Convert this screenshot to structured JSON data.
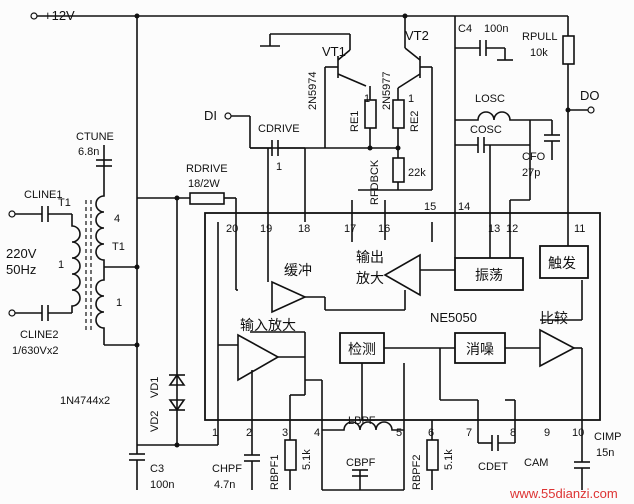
{
  "labels": {
    "vcc": "+12V",
    "q1": "VT1",
    "q1_part": "2N5974",
    "q2": "VT2",
    "q2_part": "2N5977",
    "di": "DI",
    "do": "DO",
    "cdrive": "CDRIVE",
    "cdrive_val": "1",
    "rdrive": "RDRIVE",
    "rdrive_val": "18/2W",
    "ctune": "CTUNE",
    "ctune_val": "6.8n",
    "cline1": "CLINE1",
    "cline2": "CLINE2",
    "cline2_val": "1/630Vx2",
    "t1": "T1",
    "t1b": "T1",
    "n4": "4",
    "n1a": "1",
    "n1b": "1",
    "mains_v": "220V",
    "mains_f": "50Hz",
    "c4": "C4",
    "c4_val": "100n",
    "rpull": "RPULL",
    "rpull_val": "10k",
    "re1": "RE1",
    "re1_val": "1",
    "re2": "RE2",
    "re2_val": "1",
    "rfdbck": "RFDBCK",
    "rfdbck_val": "22k",
    "losc": "LOSC",
    "cosc": "COSC",
    "cfo": "CFO",
    "cfo_val": "27p",
    "chip": "NE5050",
    "blk_buffer": "缓冲",
    "blk_out1": "输出",
    "blk_out2": "放大",
    "blk_osc": "振荡",
    "blk_trigger": "触发",
    "blk_compare": "比较",
    "blk_input": "输入放大",
    "blk_detect": "检测",
    "blk_squelch": "消噪",
    "zener": "1N4744x2",
    "vd1": "VD1",
    "vd2": "VD2",
    "c3": "C3",
    "c3_val": "100n",
    "chpf": "CHPF",
    "chpf_val": "4.7n",
    "rbpf1": "RBPF1",
    "rbpf1_val": "5.1k",
    "lbpf": "LBPF",
    "cbpf": "CBPF",
    "rbpf2": "RBPF2",
    "rbpf2_val": "5.1k",
    "cdet": "CDET",
    "cam": "CAM",
    "cimp": "CIMP",
    "cimp_val": "15n",
    "watermark": "www.55dianzi.com"
  },
  "pins": {
    "p20": "20",
    "p19": "19",
    "p18": "18",
    "p17": "17",
    "p16": "16",
    "p15": "15",
    "p14": "14",
    "p13": "13",
    "p12": "12",
    "p11": "11",
    "p1": "1",
    "p2": "2",
    "p3": "3",
    "p4": "4",
    "p5": "5",
    "p6": "6",
    "p7": "7",
    "p8": "8",
    "p9": "9",
    "p10": "10"
  }
}
